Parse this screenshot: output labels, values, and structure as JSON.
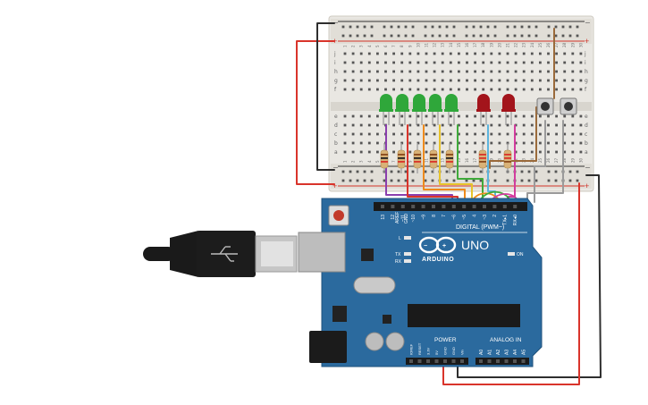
{
  "board": {
    "digital_label": "DIGITAL (PWM~)",
    "brand": "ARDUINO",
    "model": "UNO",
    "on_label": "ON",
    "power_label": "POWER",
    "analog_label": "ANALOG IN",
    "l_label": "L",
    "tx_label": "TX",
    "rx_label": "RX",
    "aref_label": "AREF",
    "gnd_label": "GND",
    "digital_pins": [
      "13",
      "12",
      "~11",
      "~10",
      "~9",
      "8",
      "7",
      "~6",
      "~5",
      "4",
      "~3",
      "2",
      "TX▸1",
      "RX◂0"
    ],
    "power_pins": [
      "IOREF",
      "RESET",
      "3.3V",
      "5V",
      "GND",
      "GND",
      "Vin"
    ],
    "analog_pins": [
      "A0",
      "A1",
      "A2",
      "A3",
      "A4",
      "A5"
    ]
  },
  "breadboard": {
    "plus": "+",
    "minus": "−",
    "rows_top": [
      "j",
      "i",
      "h",
      "g",
      "f"
    ],
    "rows_bottom": [
      "e",
      "d",
      "c",
      "b",
      "a"
    ],
    "col_numbers": [
      "1",
      "2",
      "3",
      "4",
      "5",
      "6",
      "7",
      "8",
      "9",
      "10",
      "11",
      "12",
      "13",
      "14",
      "15",
      "16",
      "17",
      "18",
      "19",
      "20",
      "21",
      "22",
      "23",
      "24",
      "25",
      "26",
      "27",
      "28",
      "29",
      "30"
    ]
  },
  "colors": {
    "board_blue": "#2b6a9e",
    "breadboard": "#e8e6e1",
    "wire_red": "#e0352b",
    "wire_black": "#333333",
    "led_green": "#2fa73a",
    "led_red": "#a3141b"
  },
  "leds": [
    {
      "color": "green"
    },
    {
      "color": "green"
    },
    {
      "color": "green"
    },
    {
      "color": "green"
    },
    {
      "color": "green"
    },
    {
      "color": "red"
    },
    {
      "color": "red"
    }
  ],
  "buttons": 2
}
